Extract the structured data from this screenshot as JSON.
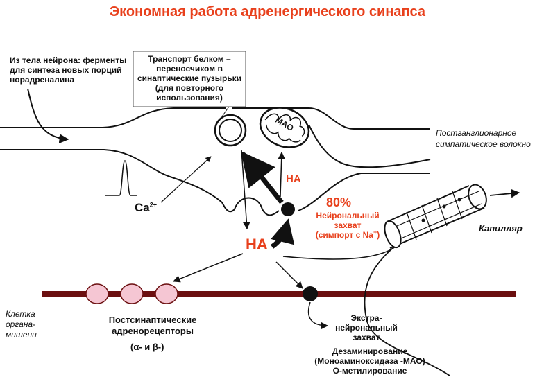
{
  "title": "Экономная работа адренергического синапса",
  "labels": {
    "enzymes": [
      "Из тела нейрона: ферменты",
      "для синтеза новых порций",
      "норадреналина"
    ],
    "transport": [
      "Транспорт белком –",
      "переносчиком в",
      "синаптические пузырьки",
      "(для повторного",
      "использования)"
    ],
    "fiber": [
      "Постганглионарное",
      "симпатическое волокно"
    ],
    "mao": "МАО",
    "ca": "Ca",
    "ca_sup": "2+",
    "na_small": "НА",
    "na_big": "НА",
    "percent": "80%",
    "neuronal_uptake": [
      "Нейрональный",
      "захват",
      "(симпорт с Na"
    ],
    "na_sup": "+",
    "close_paren": ")",
    "capillary": "Капилляр",
    "target_cell": [
      "Клетка",
      "органа-",
      "мишени"
    ],
    "receptors": [
      "Постсинаптические",
      "адренорецепторы"
    ],
    "receptor_types": "(α- и β-)",
    "extra_uptake": [
      "Экстра-",
      "нейрональный",
      "захват"
    ],
    "deamination": [
      "Дезаминирование",
      "(Моноаминоксидаза -МАО)",
      "О-метилирование"
    ]
  },
  "colors": {
    "title": "#e8401c",
    "red_text": "#e8401c",
    "membrane": "#6b0f10",
    "receptor_fill": "#f5c6d3",
    "line": "#111111"
  }
}
